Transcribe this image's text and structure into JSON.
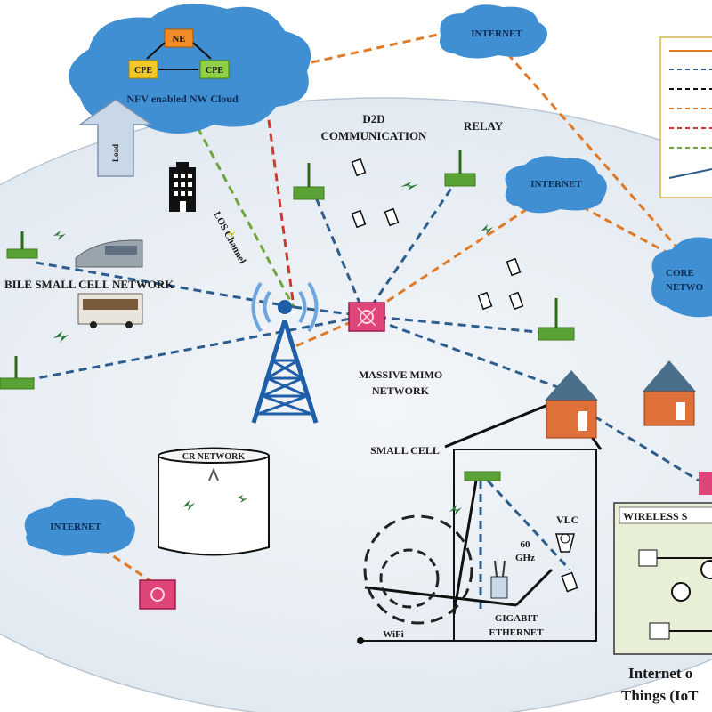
{
  "clouds": {
    "nfv_label": "NFV enabled NW Cloud",
    "nfv_box_top": "NE",
    "nfv_box_left": "CPE",
    "nfv_box_right": "CPE",
    "internet_top": "INTERNET",
    "internet_mid": "INTERNET",
    "internet_left": "INTERNET",
    "core_line1": "CORE",
    "core_line2": "NETWO"
  },
  "labels": {
    "d2d_line1": "D2D",
    "d2d_line2": "COMMUNICATION",
    "relay": "RELAY",
    "mobile_small_cell": "BILE SMALL CELL NETWORK",
    "massive_mimo_line1": "MASSIVE MIMO",
    "massive_mimo_line2": "NETWORK",
    "los_channel": "LOS Channel",
    "cr_network": "CR NETWORK",
    "small_cell": "SMALL CELL",
    "vlc": "VLC",
    "ghz_line1": "60",
    "ghz_line2": "GHz",
    "wifi": "WiFi",
    "gigabit_line1": "GIGABIT",
    "gigabit_line2": "ETHERNET",
    "wireless_sensor": "WIRELESS S",
    "iot_line1": "Internet o",
    "iot_line2": "Things (IoT",
    "upload_arrow": "Load"
  },
  "colors": {
    "cloud": "#3f8fd2",
    "ellipse": "#e8eef4",
    "tower": "#1f5fa8",
    "hub": "#e0457a",
    "dash_orange": "#e07a26",
    "dash_blue": "#2c5d8c",
    "dash_green": "#6fa53a",
    "dash_red": "#d6342c",
    "house_wall": "#e0703a",
    "house_roof": "#4a6f8a",
    "iot_panel": "#e7f0d6"
  }
}
